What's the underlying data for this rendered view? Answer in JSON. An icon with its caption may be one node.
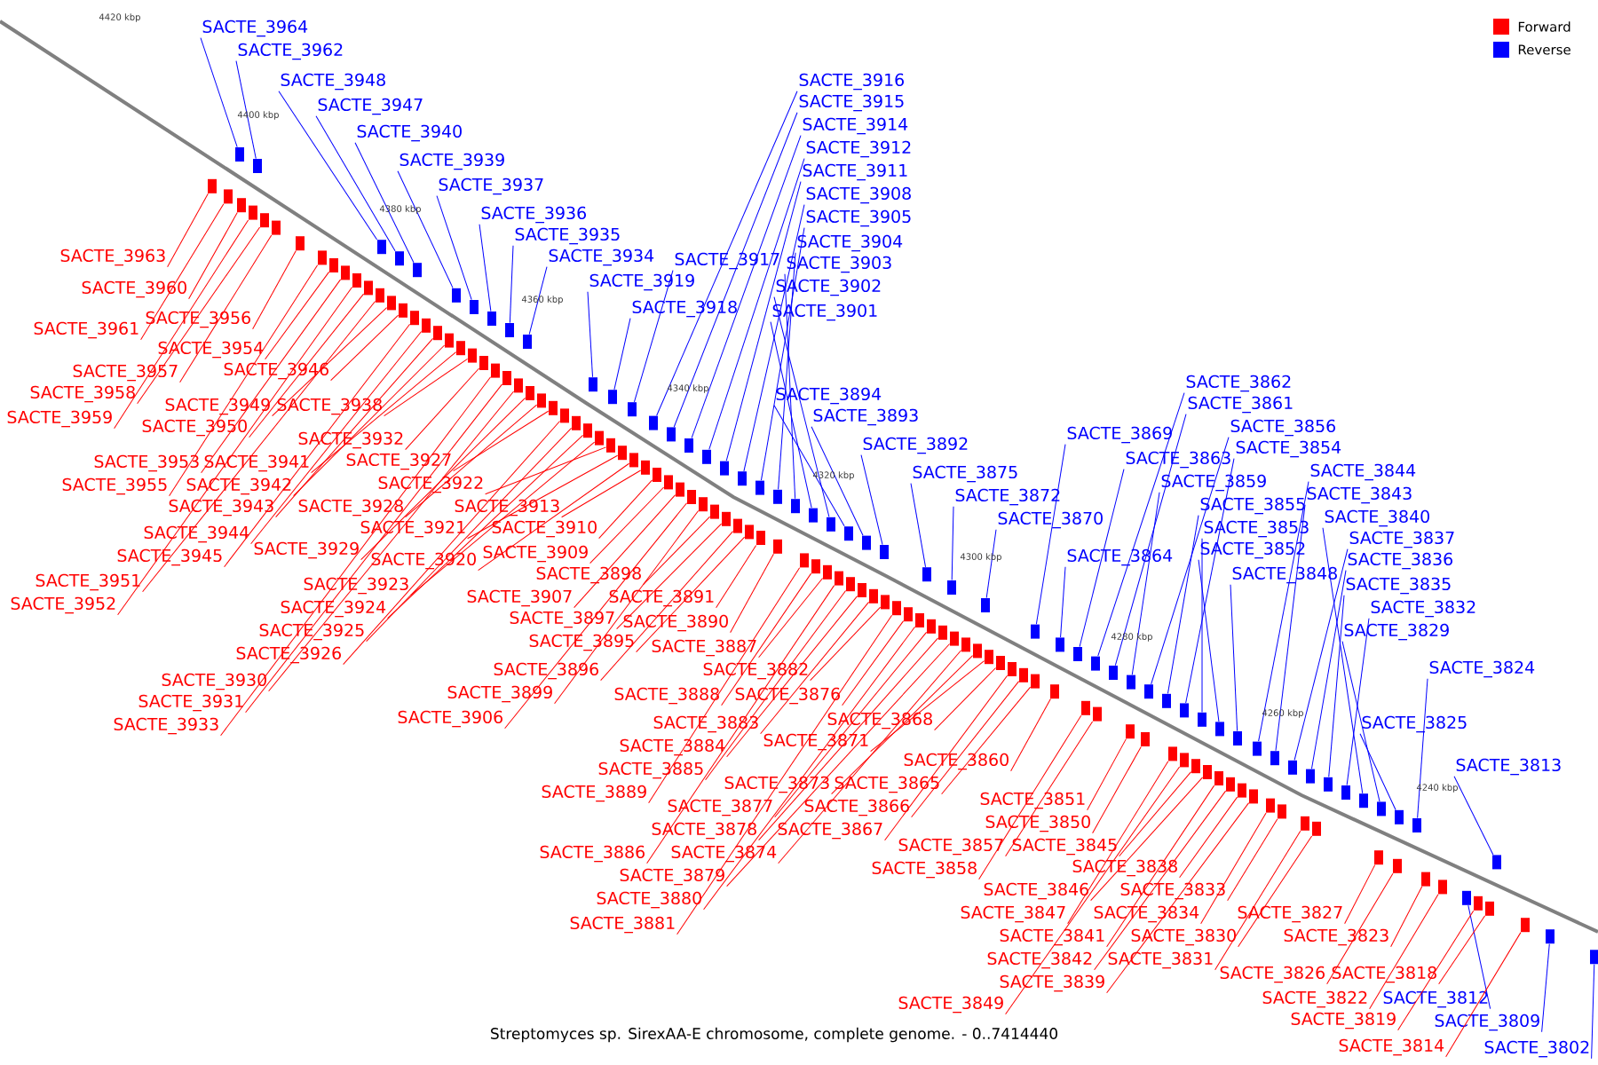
{
  "diagram": {
    "caption": "Streptomyces sp. SirexAA-E chromosome, complete genome. - 0..7414440",
    "nodes": [
      {
        "text": [
          "SACTE_3964"
        ]
      },
      {
        "text": [
          "SACTE_3962"
        ]
      },
      {
        "text": [
          "SACTE_3948"
        ]
      },
      {
        "text": [
          "SACTE_3947"
        ]
      },
      {
        "text": [
          "SACTE_3940"
        ]
      },
      {
        "text": [
          "SACTE_3939"
        ]
      },
      {
        "text": [
          "SACTE_3937"
        ]
      },
      {
        "text": [
          "SACTE_3936"
        ]
      },
      {
        "text": [
          "SACTE_3935"
        ]
      },
      {
        "text": [
          "SACTE_3934"
        ]
      },
      {
        "text": [
          "SACTE_3919"
        ]
      },
      {
        "text": [
          "SACTE_3918"
        ]
      },
      {
        "text": [
          "SACTE_3917"
        ]
      },
      {
        "text": [
          "SACTE_3916"
        ]
      },
      {
        "text": [
          "SACTE_3915"
        ]
      },
      {
        "text": [
          "SACTE_3914"
        ]
      },
      {
        "text": [
          "SACTE_3912"
        ]
      },
      {
        "text": [
          "SACTE_3911"
        ]
      },
      {
        "text": [
          "SACTE_3908"
        ]
      },
      {
        "text": [
          "SACTE_3905"
        ]
      },
      {
        "text": [
          "SACTE_3904"
        ]
      },
      {
        "text": [
          "SACTE_3903"
        ]
      },
      {
        "text": [
          "SACTE_3902"
        ]
      },
      {
        "text": [
          "SACTE_3901"
        ]
      },
      {
        "text": [
          "SACTE_3894"
        ]
      },
      {
        "text": [
          "SACTE_3893"
        ]
      },
      {
        "text": [
          "SACTE_3892"
        ]
      },
      {
        "text": [
          "SACTE_3875"
        ]
      },
      {
        "text": [
          "SACTE_3872"
        ]
      },
      {
        "text": [
          "SACTE_3870"
        ]
      },
      {
        "text": [
          "SACTE_3869"
        ]
      },
      {
        "text": [
          "SACTE_3864"
        ]
      },
      {
        "text": [
          "SACTE_3863"
        ]
      },
      {
        "text": [
          "SACTE_3862"
        ]
      },
      {
        "text": [
          "SACTE_3861"
        ]
      },
      {
        "text": [
          "SACTE_3859"
        ]
      },
      {
        "text": [
          "SACTE_3856"
        ]
      },
      {
        "text": [
          "SACTE_3855"
        ]
      },
      {
        "text": [
          "SACTE_3854"
        ]
      },
      {
        "text": [
          "SACTE_3853"
        ]
      },
      {
        "text": [
          "SACTE_3852"
        ]
      },
      {
        "text": [
          "SACTE_3848"
        ]
      },
      {
        "text": [
          "SACTE_3844"
        ]
      },
      {
        "text": [
          "SACTE_3843"
        ]
      },
      {
        "text": [
          "SACTE_3840"
        ]
      },
      {
        "text": [
          "SACTE_3837"
        ]
      },
      {
        "text": [
          "SACTE_3836"
        ]
      },
      {
        "text": [
          "SACTE_3835"
        ]
      },
      {
        "text": [
          "SACTE_3832"
        ]
      },
      {
        "text": [
          "SACTE_3829"
        ]
      },
      {
        "text": [
          "SACTE_3824"
        ]
      },
      {
        "text": [
          "SACTE_3825"
        ]
      },
      {
        "text": [
          "SACTE_3813"
        ]
      },
      {
        "text": [
          "SACTE_3812"
        ]
      },
      {
        "text": [
          "SACTE_3809"
        ]
      },
      {
        "text": [
          "SACTE_3802"
        ]
      },
      {
        "text": [
          "SACTE_3963"
        ]
      },
      {
        "text": [
          "SACTE_3960"
        ]
      },
      {
        "text": [
          "SACTE_3961"
        ]
      },
      {
        "text": [
          "SACTE_3956"
        ]
      },
      {
        "text": [
          "SACTE_3954"
        ]
      },
      {
        "text": [
          "SACTE_3957"
        ]
      },
      {
        "text": [
          "SACTE_3946"
        ]
      },
      {
        "text": [
          "SACTE_3958"
        ]
      },
      {
        "text": [
          "SACTE_3949"
        ]
      },
      {
        "text": [
          "SACTE_3938"
        ]
      },
      {
        "text": [
          "SACTE_3959"
        ]
      },
      {
        "text": [
          "SACTE_3950"
        ]
      },
      {
        "text": [
          "SACTE_3932"
        ]
      },
      {
        "text": [
          "SACTE_3953"
        ]
      },
      {
        "text": [
          "SACTE_3941"
        ]
      },
      {
        "text": [
          "SACTE_3927"
        ]
      },
      {
        "text": [
          "SACTE_3955"
        ]
      },
      {
        "text": [
          "SACTE_3942"
        ]
      },
      {
        "text": [
          "SACTE_3922"
        ]
      },
      {
        "text": [
          "SACTE_3943"
        ]
      },
      {
        "text": [
          "SACTE_3928"
        ]
      },
      {
        "text": [
          "SACTE_3913"
        ]
      },
      {
        "text": [
          "SACTE_3944"
        ]
      },
      {
        "text": [
          "SACTE_3921"
        ]
      },
      {
        "text": [
          "SACTE_3910"
        ]
      },
      {
        "text": [
          "SACTE_3945"
        ]
      },
      {
        "text": [
          "SACTE_3929"
        ]
      },
      {
        "text": [
          "SACTE_3920"
        ]
      },
      {
        "text": [
          "SACTE_3909"
        ]
      },
      {
        "text": [
          "SACTE_3951"
        ]
      },
      {
        "text": [
          "SACTE_3923"
        ]
      },
      {
        "text": [
          "SACTE_3898"
        ]
      },
      {
        "text": [
          "SACTE_3952"
        ]
      },
      {
        "text": [
          "SACTE_3924"
        ]
      },
      {
        "text": [
          "SACTE_3907"
        ]
      },
      {
        "text": [
          "SACTE_3925"
        ]
      },
      {
        "text": [
          "SACTE_3897"
        ]
      },
      {
        "text": [
          "SACTE_3926"
        ]
      },
      {
        "text": [
          "SACTE_3895"
        ]
      },
      {
        "text": [
          "SACTE_3930"
        ]
      },
      {
        "text": [
          "SACTE_3896"
        ]
      },
      {
        "text": [
          "SACTE_3931"
        ]
      },
      {
        "text": [
          "SACTE_3899"
        ]
      },
      {
        "text": [
          "SACTE_3933"
        ]
      },
      {
        "text": [
          "SACTE_3906"
        ]
      },
      {
        "text": [
          "SACTE_3891"
        ]
      },
      {
        "text": [
          "SACTE_3890"
        ]
      },
      {
        "text": [
          "SACTE_3887"
        ]
      },
      {
        "text": [
          "SACTE_3882"
        ]
      },
      {
        "text": [
          "SACTE_3888"
        ]
      },
      {
        "text": [
          "SACTE_3876"
        ]
      },
      {
        "text": [
          "SACTE_3868"
        ]
      },
      {
        "text": [
          "SACTE_3883"
        ]
      },
      {
        "text": [
          "SACTE_3871"
        ]
      },
      {
        "text": [
          "SACTE_3884"
        ]
      },
      {
        "text": [
          "SACTE_3885"
        ]
      },
      {
        "text": [
          "SACTE_3873"
        ]
      },
      {
        "text": [
          "SACTE_3865"
        ]
      },
      {
        "text": [
          "SACTE_3889"
        ]
      },
      {
        "text": [
          "SACTE_3877"
        ]
      },
      {
        "text": [
          "SACTE_3866"
        ]
      },
      {
        "text": [
          "SACTE_3878"
        ]
      },
      {
        "text": [
          "SACTE_3867"
        ]
      },
      {
        "text": [
          "SACTE_3886"
        ]
      },
      {
        "text": [
          "SACTE_3874"
        ]
      },
      {
        "text": [
          "SACTE_3879"
        ]
      },
      {
        "text": [
          "SACTE_3880"
        ]
      },
      {
        "text": [
          "SACTE_3881"
        ]
      },
      {
        "text": [
          "SACTE_3860"
        ]
      },
      {
        "text": [
          "SACTE_3851"
        ]
      },
      {
        "text": [
          "SACTE_3850"
        ]
      },
      {
        "text": [
          "SACTE_3857"
        ]
      },
      {
        "text": [
          "SACTE_3845"
        ]
      },
      {
        "text": [
          "SACTE_3858"
        ]
      },
      {
        "text": [
          "SACTE_3838"
        ]
      },
      {
        "text": [
          "SACTE_3846"
        ]
      },
      {
        "text": [
          "SACTE_3833"
        ]
      },
      {
        "text": [
          "SACTE_3847"
        ]
      },
      {
        "text": [
          "SACTE_3834"
        ]
      },
      {
        "text": [
          "SACTE_3827"
        ]
      },
      {
        "text": [
          "SACTE_3841"
        ]
      },
      {
        "text": [
          "SACTE_3830"
        ]
      },
      {
        "text": [
          "SACTE_3823"
        ]
      },
      {
        "text": [
          "SACTE_3842"
        ]
      },
      {
        "text": [
          "SACTE_3831"
        ]
      },
      {
        "text": [
          "SACTE_3826"
        ]
      },
      {
        "text": [
          "SACTE_3818"
        ]
      },
      {
        "text": [
          "SACTE_3839"
        ]
      },
      {
        "text": [
          "SACTE_3822"
        ]
      },
      {
        "text": [
          "SACTE_3819"
        ]
      },
      {
        "text": [
          "SACTE_3849"
        ]
      },
      {
        "text": [
          "SACTE_3814"
        ]
      },
      {
        "text": [],
        "shape": "box"
      },
      {
        "text": [],
        "shape": "box"
      },
      {
        "text": [],
        "shape": "box"
      },
      {
        "text": [],
        "shape": "box"
      },
      {
        "text": [],
        "shape": "box"
      },
      {
        "text": [],
        "shape": "box"
      },
      {
        "text": [],
        "shape": "box"
      },
      {
        "text": [],
        "shape": "box"
      },
      {
        "text": [],
        "shape": "box"
      },
      {
        "text": [],
        "shape": "box"
      },
      {
        "text": [],
        "shape": "box"
      },
      {
        "text": [],
        "shape": "box"
      },
      {
        "text": [],
        "shape": "box"
      },
      {
        "text": [],
        "shape": "box"
      },
      {
        "text": [],
        "shape": "box"
      },
      {
        "text": [],
        "shape": "box"
      },
      {
        "text": [],
        "shape": "box"
      },
      {
        "text": [],
        "shape": "box"
      },
      {
        "text": [],
        "shape": "box"
      },
      {
        "text": [],
        "shape": "box"
      },
      {
        "text": [],
        "shape": "box"
      },
      {
        "text": [],
        "shape": "box"
      },
      {
        "text": [],
        "shape": "box"
      },
      {
        "text": [],
        "shape": "box"
      },
      {
        "text": [],
        "shape": "box"
      },
      {
        "text": [],
        "shape": "box"
      },
      {
        "text": [],
        "shape": "box"
      },
      {
        "text": [],
        "shape": "box"
      },
      {
        "text": [],
        "shape": "box"
      },
      {
        "text": [],
        "shape": "box"
      },
      {
        "text": [],
        "shape": "box"
      },
      {
        "text": [],
        "shape": "box"
      },
      {
        "text": [],
        "shape": "box"
      },
      {
        "text": [],
        "shape": "box"
      },
      {
        "text": [],
        "shape": "box"
      },
      {
        "text": [],
        "shape": "box"
      },
      {
        "text": [],
        "shape": "box"
      },
      {
        "text": [],
        "shape": "box"
      },
      {
        "text": [],
        "shape": "box"
      },
      {
        "text": [],
        "shape": "box"
      },
      {
        "text": [],
        "shape": "box"
      },
      {
        "text": [],
        "shape": "box"
      },
      {
        "text": [],
        "shape": "box"
      },
      {
        "text": [],
        "shape": "box"
      },
      {
        "text": [],
        "shape": "box"
      },
      {
        "text": [],
        "shape": "box"
      },
      {
        "text": [],
        "shape": "box"
      },
      {
        "text": [],
        "shape": "box"
      },
      {
        "text": [],
        "shape": "box"
      },
      {
        "text": [],
        "shape": "box"
      },
      {
        "text": [],
        "shape": "box"
      },
      {
        "text": [],
        "shape": "box"
      },
      {
        "text": [],
        "shape": "box"
      },
      {
        "text": [],
        "shape": "box"
      },
      {
        "text": [],
        "shape": "box"
      },
      {
        "text": [],
        "shape": "box"
      },
      {
        "text": [],
        "shape": "box"
      },
      {
        "text": [],
        "shape": "box"
      },
      {
        "text": [],
        "shape": "box"
      },
      {
        "text": [],
        "shape": "box"
      },
      {
        "text": [],
        "shape": "box"
      },
      {
        "text": [],
        "shape": "box"
      },
      {
        "text": [],
        "shape": "box"
      },
      {
        "text": [],
        "shape": "box"
      },
      {
        "text": [],
        "shape": "box"
      },
      {
        "text": [],
        "shape": "box"
      },
      {
        "text": [],
        "shape": "box"
      },
      {
        "text": [],
        "shape": "box"
      },
      {
        "text": [],
        "shape": "box"
      },
      {
        "text": [],
        "shape": "box"
      },
      {
        "text": [],
        "shape": "box"
      },
      {
        "text": [],
        "shape": "box"
      },
      {
        "text": [],
        "shape": "box"
      },
      {
        "text": [],
        "shape": "box"
      },
      {
        "text": [],
        "shape": "box"
      },
      {
        "text": [],
        "shape": "box"
      },
      {
        "text": [],
        "shape": "box"
      },
      {
        "text": [],
        "shape": "box"
      },
      {
        "text": [],
        "shape": "box"
      },
      {
        "text": [],
        "shape": "box"
      },
      {
        "text": [],
        "shape": "box"
      },
      {
        "text": [],
        "shape": "box"
      },
      {
        "text": [],
        "shape": "box"
      },
      {
        "text": [],
        "shape": "box"
      },
      {
        "text": [],
        "shape": "box"
      },
      {
        "text": [],
        "shape": "box"
      },
      {
        "text": [],
        "shape": "box"
      },
      {
        "text": [],
        "shape": "box"
      },
      {
        "text": [],
        "shape": "box"
      },
      {
        "text": [],
        "shape": "box"
      },
      {
        "text": [],
        "shape": "box"
      },
      {
        "text": [],
        "shape": "box"
      },
      {
        "text": [],
        "shape": "box"
      },
      {
        "text": [],
        "shape": "box"
      },
      {
        "text": [],
        "shape": "box"
      },
      {
        "text": [],
        "shape": "box"
      },
      {
        "text": [],
        "shape": "box"
      },
      {
        "text": [],
        "shape": "box"
      },
      {
        "text": [],
        "shape": "box"
      },
      {
        "text": [],
        "shape": "box"
      },
      {
        "text": [],
        "shape": "box"
      },
      {
        "text": [],
        "shape": "box"
      },
      {
        "text": [],
        "shape": "box"
      },
      {
        "text": [],
        "shape": "box"
      },
      {
        "text": [],
        "shape": "box"
      },
      {
        "text": [],
        "shape": "box"
      },
      {
        "text": [],
        "shape": "box"
      },
      {
        "text": [],
        "shape": "box"
      },
      {
        "text": [],
        "shape": "box"
      },
      {
        "text": [],
        "shape": "box"
      },
      {
        "text": [],
        "shape": "box"
      },
      {
        "text": [],
        "shape": "box"
      },
      {
        "text": [],
        "shape": "box"
      },
      {
        "text": [],
        "shape": "box"
      },
      {
        "text": [],
        "shape": "box"
      },
      {
        "text": [],
        "shape": "box"
      },
      {
        "text": [],
        "shape": "box"
      },
      {
        "text": [],
        "shape": "box"
      },
      {
        "text": [],
        "shape": "box"
      },
      {
        "text": [],
        "shape": "box"
      },
      {
        "text": [],
        "shape": "box"
      },
      {
        "text": [],
        "shape": "box"
      },
      {
        "text": [],
        "shape": "box"
      },
      {
        "text": [],
        "shape": "box"
      },
      {
        "text": [],
        "shape": "box"
      },
      {
        "text": [],
        "shape": "box"
      },
      {
        "text": [],
        "shape": "box"
      },
      {
        "text": [],
        "shape": "box"
      },
      {
        "text": [],
        "shape": "box"
      },
      {
        "text": [],
        "shape": "box"
      },
      {
        "text": [],
        "shape": "box"
      },
      {
        "text": [],
        "shape": "box"
      },
      {
        "text": [],
        "shape": "box"
      },
      {
        "text": [],
        "shape": "box"
      },
      {
        "text": [],
        "shape": "box"
      },
      {
        "text": [],
        "shape": "box"
      },
      {
        "text": [],
        "shape": "box"
      },
      {
        "text": [],
        "shape": "box"
      },
      {
        "text": [],
        "shape": "box"
      },
      {
        "text": [],
        "shape": "box"
      },
      {
        "text": [],
        "shape": "box"
      },
      {
        "text": [],
        "shape": "box"
      },
      {
        "text": [],
        "shape": "box"
      },
      {
        "text": [],
        "shape": "box"
      },
      {
        "text": [],
        "shape": "box"
      },
      {
        "text": [],
        "shape": "box"
      },
      {
        "text": [],
        "shape": "box"
      },
      {
        "text": [],
        "shape": "box"
      }
    ],
    "edges": [
      {
        "from": 0,
        "to": 150,
        "arrow": "none",
        "color": "#0000ff"
      },
      {
        "from": 1,
        "to": 153,
        "arrow": "none",
        "color": "#0000ff"
      },
      {
        "from": 2,
        "to": 163,
        "arrow": "none",
        "color": "#0000ff"
      },
      {
        "from": 3,
        "to": 165,
        "arrow": "none",
        "color": "#0000ff"
      },
      {
        "from": 4,
        "to": 168,
        "arrow": "none",
        "color": "#0000ff"
      },
      {
        "from": 5,
        "to": 172,
        "arrow": "none",
        "color": "#0000ff"
      },
      {
        "from": 6,
        "to": 175,
        "arrow": "none",
        "color": "#0000ff"
      },
      {
        "from": 7,
        "to": 177,
        "arrow": "none",
        "color": "#0000ff"
      },
      {
        "from": 8,
        "to": 180,
        "arrow": "none",
        "color": "#0000ff"
      },
      {
        "from": 9,
        "to": 182,
        "arrow": "none",
        "color": "#0000ff"
      },
      {
        "from": 10,
        "to": 189,
        "arrow": "none",
        "color": "#0000ff"
      },
      {
        "from": 11,
        "to": 192,
        "arrow": "none",
        "color": "#0000ff"
      },
      {
        "from": 12,
        "to": 194,
        "arrow": "none",
        "color": "#0000ff"
      },
      {
        "from": 13,
        "to": 197,
        "arrow": "none",
        "color": "#0000ff"
      },
      {
        "from": 14,
        "to": 200,
        "arrow": "none",
        "color": "#0000ff"
      },
      {
        "from": 15,
        "to": 202,
        "arrow": "none",
        "color": "#0000ff"
      },
      {
        "from": 16,
        "to": 205,
        "arrow": "none",
        "color": "#0000ff"
      },
      {
        "from": 17,
        "to": 207,
        "arrow": "none",
        "color": "#0000ff"
      },
      {
        "from": 18,
        "to": 210,
        "arrow": "none",
        "color": "#0000ff"
      },
      {
        "from": 19,
        "to": 212,
        "arrow": "none",
        "color": "#0000ff"
      },
      {
        "from": 20,
        "to": 214,
        "arrow": "none",
        "color": "#0000ff"
      },
      {
        "from": 21,
        "to": 216,
        "arrow": "none",
        "color": "#0000ff"
      },
      {
        "from": 22,
        "to": 221,
        "arrow": "none",
        "color": "#0000ff"
      },
      {
        "from": 23,
        "to": 218,
        "arrow": "none",
        "color": "#0000ff"
      },
      {
        "from": 24,
        "to": 223,
        "arrow": "none",
        "color": "#0000ff"
      },
      {
        "from": 25,
        "to": 226,
        "arrow": "none",
        "color": "#0000ff"
      },
      {
        "from": 26,
        "to": 228,
        "arrow": "none",
        "color": "#0000ff"
      },
      {
        "from": 27,
        "to": 233,
        "arrow": "none",
        "color": "#0000ff"
      },
      {
        "from": 28,
        "to": 236,
        "arrow": "none",
        "color": "#0000ff"
      },
      {
        "from": 29,
        "to": 240,
        "arrow": "none",
        "color": "#0000ff"
      },
      {
        "from": 30,
        "to": 245,
        "arrow": "none",
        "color": "#0000ff"
      },
      {
        "from": 31,
        "to": 248,
        "arrow": "none",
        "color": "#0000ff"
      },
      {
        "from": 32,
        "to": 249,
        "arrow": "none",
        "color": "#0000ff"
      },
      {
        "from": 33,
        "to": 251,
        "arrow": "none",
        "color": "#0000ff"
      },
      {
        "from": 34,
        "to": 253,
        "arrow": "none",
        "color": "#0000ff"
      },
      {
        "from": 35,
        "to": 255,
        "arrow": "none",
        "color": "#0000ff"
      },
      {
        "from": 36,
        "to": 257,
        "arrow": "none",
        "color": "#0000ff"
      },
      {
        "from": 37,
        "to": 258,
        "arrow": "none",
        "color": "#0000ff"
      },
      {
        "from": 38,
        "to": 260,
        "arrow": "none",
        "color": "#0000ff"
      },
      {
        "from": 39,
        "to": 263,
        "arrow": "none",
        "color": "#0000ff"
      },
      {
        "from": 40,
        "to": 266,
        "arrow": "none",
        "color": "#0000ff"
      },
      {
        "from": 41,
        "to": 268,
        "arrow": "none",
        "color": "#0000ff"
      },
      {
        "from": 42,
        "to": 271,
        "arrow": "none",
        "color": "#0000ff"
      },
      {
        "from": 43,
        "to": 273,
        "arrow": "none",
        "color": "#0000ff"
      },
      {
        "from": 44,
        "to": 281,
        "arrow": "none",
        "color": "#0000ff"
      },
      {
        "from": 45,
        "to": 275,
        "arrow": "none",
        "color": "#0000ff"
      },
      {
        "from": 46,
        "to": 277,
        "arrow": "none",
        "color": "#0000ff"
      },
      {
        "from": 47,
        "to": 279,
        "arrow": "none",
        "color": "#0000ff"
      },
      {
        "from": 48,
        "to": 280,
        "arrow": "none",
        "color": "#0000ff"
      },
      {
        "from": 49,
        "to": 283,
        "arrow": "none",
        "color": "#0000ff"
      },
      {
        "from": 50,
        "to": 286,
        "arrow": "none",
        "color": "#0000ff"
      },
      {
        "from": 51,
        "to": 285,
        "arrow": "none",
        "color": "#0000ff"
      },
      {
        "from": 52,
        "to": 292,
        "arrow": "none",
        "color": "#0000ff"
      },
      {
        "from": 53,
        "to": 289,
        "arrow": "none",
        "color": "#0000ff"
      },
      {
        "from": 54,
        "to": 294,
        "arrow": "none",
        "color": "#0000ff"
      },
      {
        "from": 55,
        "to": 295,
        "arrow": "none",
        "color": "#0000ff"
      },
      {
        "from": 56,
        "to": 148,
        "arrow": "none"
      },
      {
        "from": 57,
        "to": 151,
        "arrow": "none"
      },
      {
        "from": 58,
        "to": 149,
        "arrow": "none"
      },
      {
        "from": 59,
        "to": 156,
        "arrow": "none"
      },
      {
        "from": 60,
        "to": 158,
        "arrow": "none"
      },
      {
        "from": 61,
        "to": 155,
        "arrow": "none"
      },
      {
        "from": 62,
        "to": 166,
        "arrow": "none"
      },
      {
        "from": 63,
        "to": 154,
        "arrow": "none"
      },
      {
        "from": 64,
        "to": 164,
        "arrow": "none"
      },
      {
        "from": 65,
        "to": 174,
        "arrow": "none"
      },
      {
        "from": 66,
        "to": 152,
        "arrow": "none"
      },
      {
        "from": 67,
        "to": 161,
        "arrow": "none"
      },
      {
        "from": 68,
        "to": 176,
        "arrow": "none"
      },
      {
        "from": 69,
        "to": 159,
        "arrow": "none"
      },
      {
        "from": 70,
        "to": 173,
        "arrow": "none"
      },
      {
        "from": 71,
        "to": 185,
        "arrow": "none"
      },
      {
        "from": 72,
        "to": 157,
        "arrow": "none"
      },
      {
        "from": 73,
        "to": 171,
        "arrow": "none"
      },
      {
        "from": 74,
        "to": 191,
        "arrow": "none"
      },
      {
        "from": 75,
        "to": 170,
        "arrow": "none"
      },
      {
        "from": 76,
        "to": 184,
        "arrow": "none"
      },
      {
        "from": 77,
        "to": 196,
        "arrow": "none"
      },
      {
        "from": 78,
        "to": 169,
        "arrow": "none"
      },
      {
        "from": 79,
        "to": 193,
        "arrow": "none"
      },
      {
        "from": 80,
        "to": 198,
        "arrow": "none"
      },
      {
        "from": 81,
        "to": 167,
        "arrow": "none"
      },
      {
        "from": 82,
        "to": 183,
        "arrow": "none"
      },
      {
        "from": 83,
        "to": 195,
        "arrow": "none"
      },
      {
        "from": 84,
        "to": 199,
        "arrow": "none"
      },
      {
        "from": 85,
        "to": 162,
        "arrow": "none"
      },
      {
        "from": 86,
        "to": 190,
        "arrow": "none"
      },
      {
        "from": 87,
        "to": 206,
        "arrow": "none"
      },
      {
        "from": 88,
        "to": 160,
        "arrow": "none"
      },
      {
        "from": 89,
        "to": 188,
        "arrow": "none"
      },
      {
        "from": 90,
        "to": 201,
        "arrow": "none"
      },
      {
        "from": 91,
        "to": 187,
        "arrow": "none"
      },
      {
        "from": 92,
        "to": 208,
        "arrow": "none"
      },
      {
        "from": 93,
        "to": 186,
        "arrow": "none"
      },
      {
        "from": 94,
        "to": 211,
        "arrow": "none"
      },
      {
        "from": 95,
        "to": 181,
        "arrow": "none"
      },
      {
        "from": 96,
        "to": 209,
        "arrow": "none"
      },
      {
        "from": 97,
        "to": 179,
        "arrow": "none"
      },
      {
        "from": 98,
        "to": 204,
        "arrow": "none"
      },
      {
        "from": 99,
        "to": 178,
        "arrow": "none"
      },
      {
        "from": 100,
        "to": 203,
        "arrow": "none"
      },
      {
        "from": 101,
        "to": 213,
        "arrow": "none"
      },
      {
        "from": 102,
        "to": 215,
        "arrow": "none"
      },
      {
        "from": 103,
        "to": 220,
        "arrow": "none"
      },
      {
        "from": 104,
        "to": 229,
        "arrow": "none"
      },
      {
        "from": 105,
        "to": 219,
        "arrow": "none"
      },
      {
        "from": 106,
        "to": 231,
        "arrow": "none"
      },
      {
        "from": 107,
        "to": 242,
        "arrow": "none"
      },
      {
        "from": 108,
        "to": 227,
        "arrow": "none"
      },
      {
        "from": 109,
        "to": 241,
        "arrow": "none"
      },
      {
        "from": 110,
        "to": 225,
        "arrow": "none"
      },
      {
        "from": 111,
        "to": 224,
        "arrow": "none"
      },
      {
        "from": 112,
        "to": 239,
        "arrow": "none"
      },
      {
        "from": 113,
        "to": 246,
        "arrow": "none"
      },
      {
        "from": 114,
        "to": 217,
        "arrow": "none"
      },
      {
        "from": 115,
        "to": 234,
        "arrow": "none"
      },
      {
        "from": 116,
        "to": 244,
        "arrow": "none"
      },
      {
        "from": 117,
        "to": 235,
        "arrow": "none"
      },
      {
        "from": 118,
        "to": 243,
        "arrow": "none"
      },
      {
        "from": 119,
        "to": 222,
        "arrow": "none"
      },
      {
        "from": 120,
        "to": 238,
        "arrow": "none"
      },
      {
        "from": 121,
        "to": 237,
        "arrow": "none"
      },
      {
        "from": 122,
        "to": 232,
        "arrow": "none"
      },
      {
        "from": 123,
        "to": 230,
        "arrow": "none"
      },
      {
        "from": 124,
        "to": 247,
        "arrow": "none"
      },
      {
        "from": 125,
        "to": 254,
        "arrow": "none"
      },
      {
        "from": 126,
        "to": 256,
        "arrow": "none"
      },
      {
        "from": 127,
        "to": 252,
        "arrow": "none"
      },
      {
        "from": 128,
        "to": 262,
        "arrow": "none"
      },
      {
        "from": 129,
        "to": 250,
        "arrow": "none"
      },
      {
        "from": 130,
        "to": 269,
        "arrow": "none"
      },
      {
        "from": 131,
        "to": 264,
        "arrow": "none"
      },
      {
        "from": 132,
        "to": 274,
        "arrow": "none"
      },
      {
        "from": 133,
        "to": 259,
        "arrow": "none"
      },
      {
        "from": 134,
        "to": 272,
        "arrow": "none"
      },
      {
        "from": 135,
        "to": 282,
        "arrow": "none"
      },
      {
        "from": 136,
        "to": 265,
        "arrow": "none"
      },
      {
        "from": 137,
        "to": 278,
        "arrow": "none"
      },
      {
        "from": 138,
        "to": 287,
        "arrow": "none"
      },
      {
        "from": 139,
        "to": 267,
        "arrow": "none"
      },
      {
        "from": 140,
        "to": 276,
        "arrow": "none"
      },
      {
        "from": 141,
        "to": 284,
        "arrow": "none"
      },
      {
        "from": 142,
        "to": 291,
        "arrow": "none"
      },
      {
        "from": 143,
        "to": 270,
        "arrow": "none"
      },
      {
        "from": 144,
        "to": 288,
        "arrow": "none"
      },
      {
        "from": 145,
        "to": 290,
        "arrow": "none"
      },
      {
        "from": 146,
        "to": 261,
        "arrow": "none"
      },
      {
        "from": 147,
        "to": 293,
        "arrow": "none"
      }
    ],
    "labels": [
      "4420 kbp",
      "4400 kbp",
      "4380 kbp",
      "4360 kbp",
      "4340 kbp",
      "4320 kbp",
      "4300 kbp",
      "4280 kbp",
      "4260 kbp",
      "4240 kbp"
    ],
    "legend": [
      {
        "text": "Forward",
        "color": "#ff0000"
      },
      {
        "text": "Reverse",
        "color": "#0000ff"
      }
    ]
  }
}
